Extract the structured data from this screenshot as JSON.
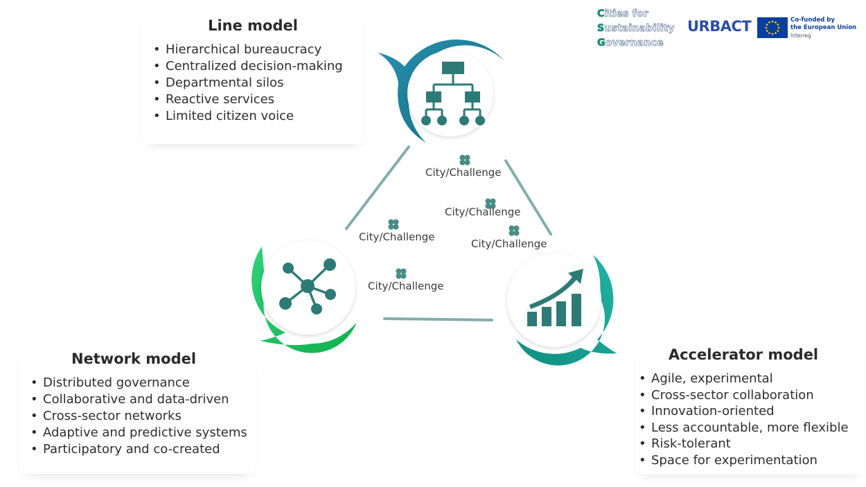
{
  "line_model": {
    "title": "Line model",
    "items": [
      "Hierarchical bureaucracy",
      "Centralized decision-making",
      "Departmental silos",
      "Reactive services",
      "Limited citizen voice"
    ]
  },
  "network_model": {
    "title": "Network model",
    "items": [
      "Distributed governance",
      "Collaborative and data-driven",
      "Cross-sector networks",
      "Adaptive and predictive systems",
      "Participatory and co-created"
    ]
  },
  "accelerator_model": {
    "title": "Accelerator model",
    "items": [
      "Agile, experimental",
      "Cross-sector collaboration",
      "Innovation-oriented",
      "Less accountable, more flexible",
      "Risk-tolerant",
      "Space for experimentation"
    ]
  },
  "city_challenge_label": "City/Challenge",
  "city_challenges": [
    "City/Challenge",
    "City/Challenge",
    "City/Challenge",
    "City/Challenge",
    "City/Challenge"
  ],
  "logos": {
    "cfsg": {
      "line1": "ities for",
      "line1_initial": "C",
      "line2": "ustainability",
      "line2_initial": "S",
      "line3": "overnance",
      "line3_initial": "G"
    },
    "urbact": "URBACT",
    "eu": {
      "line1": "Co-funded by",
      "line2": "the European Union",
      "sub": "Interreg"
    }
  },
  "colors": {
    "line_teal": "#1f7d94",
    "network_green": "#1fc160",
    "accelerator_teal": "#1aa396",
    "icon_dark": "#2e7a76",
    "connector": "#6f9f9c"
  },
  "icons": {
    "line": "org-chart-icon",
    "network": "network-nodes-icon",
    "accelerator": "growth-chart-icon",
    "city_marker": "puzzle-icon"
  }
}
